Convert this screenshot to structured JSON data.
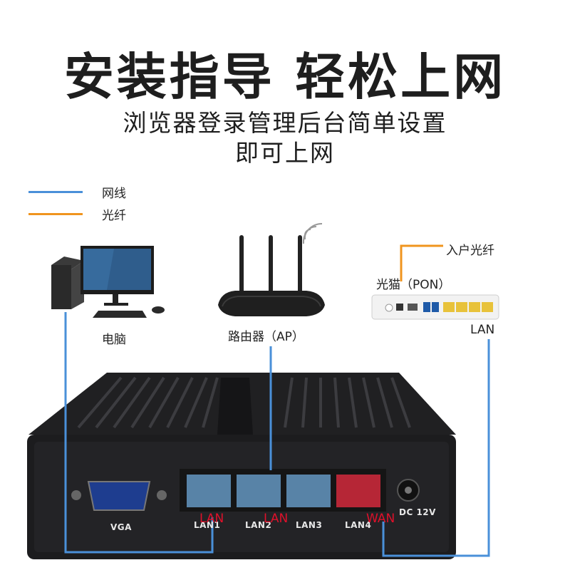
{
  "title": "安装指导 轻松上网",
  "subtitle_line1": "浏览器登录管理后台简单设置",
  "subtitle_line2": "即可上网",
  "legend": {
    "cable": "网线",
    "fiber": "光纤"
  },
  "devices": {
    "pc": "电脑",
    "router": "路由器（AP）",
    "ont": "光猫（PON）",
    "fiber_in": "入户光纤",
    "ont_lan": "LAN"
  },
  "box_ports": {
    "vga": "VGA",
    "lan1": "LAN1",
    "lan2": "LAN2",
    "lan3": "LAN3",
    "lan4": "LAN4",
    "dc": "DC 12V"
  },
  "overlay_labels": {
    "lan_a": "LAN",
    "lan_b": "LAN",
    "wan": "WAN"
  },
  "colors": {
    "cable": "#4a90d9",
    "fiber": "#f0941e",
    "wan_port": "#c8283a",
    "lan_port": "#6fa8d8",
    "box": "#1c1c1e"
  }
}
